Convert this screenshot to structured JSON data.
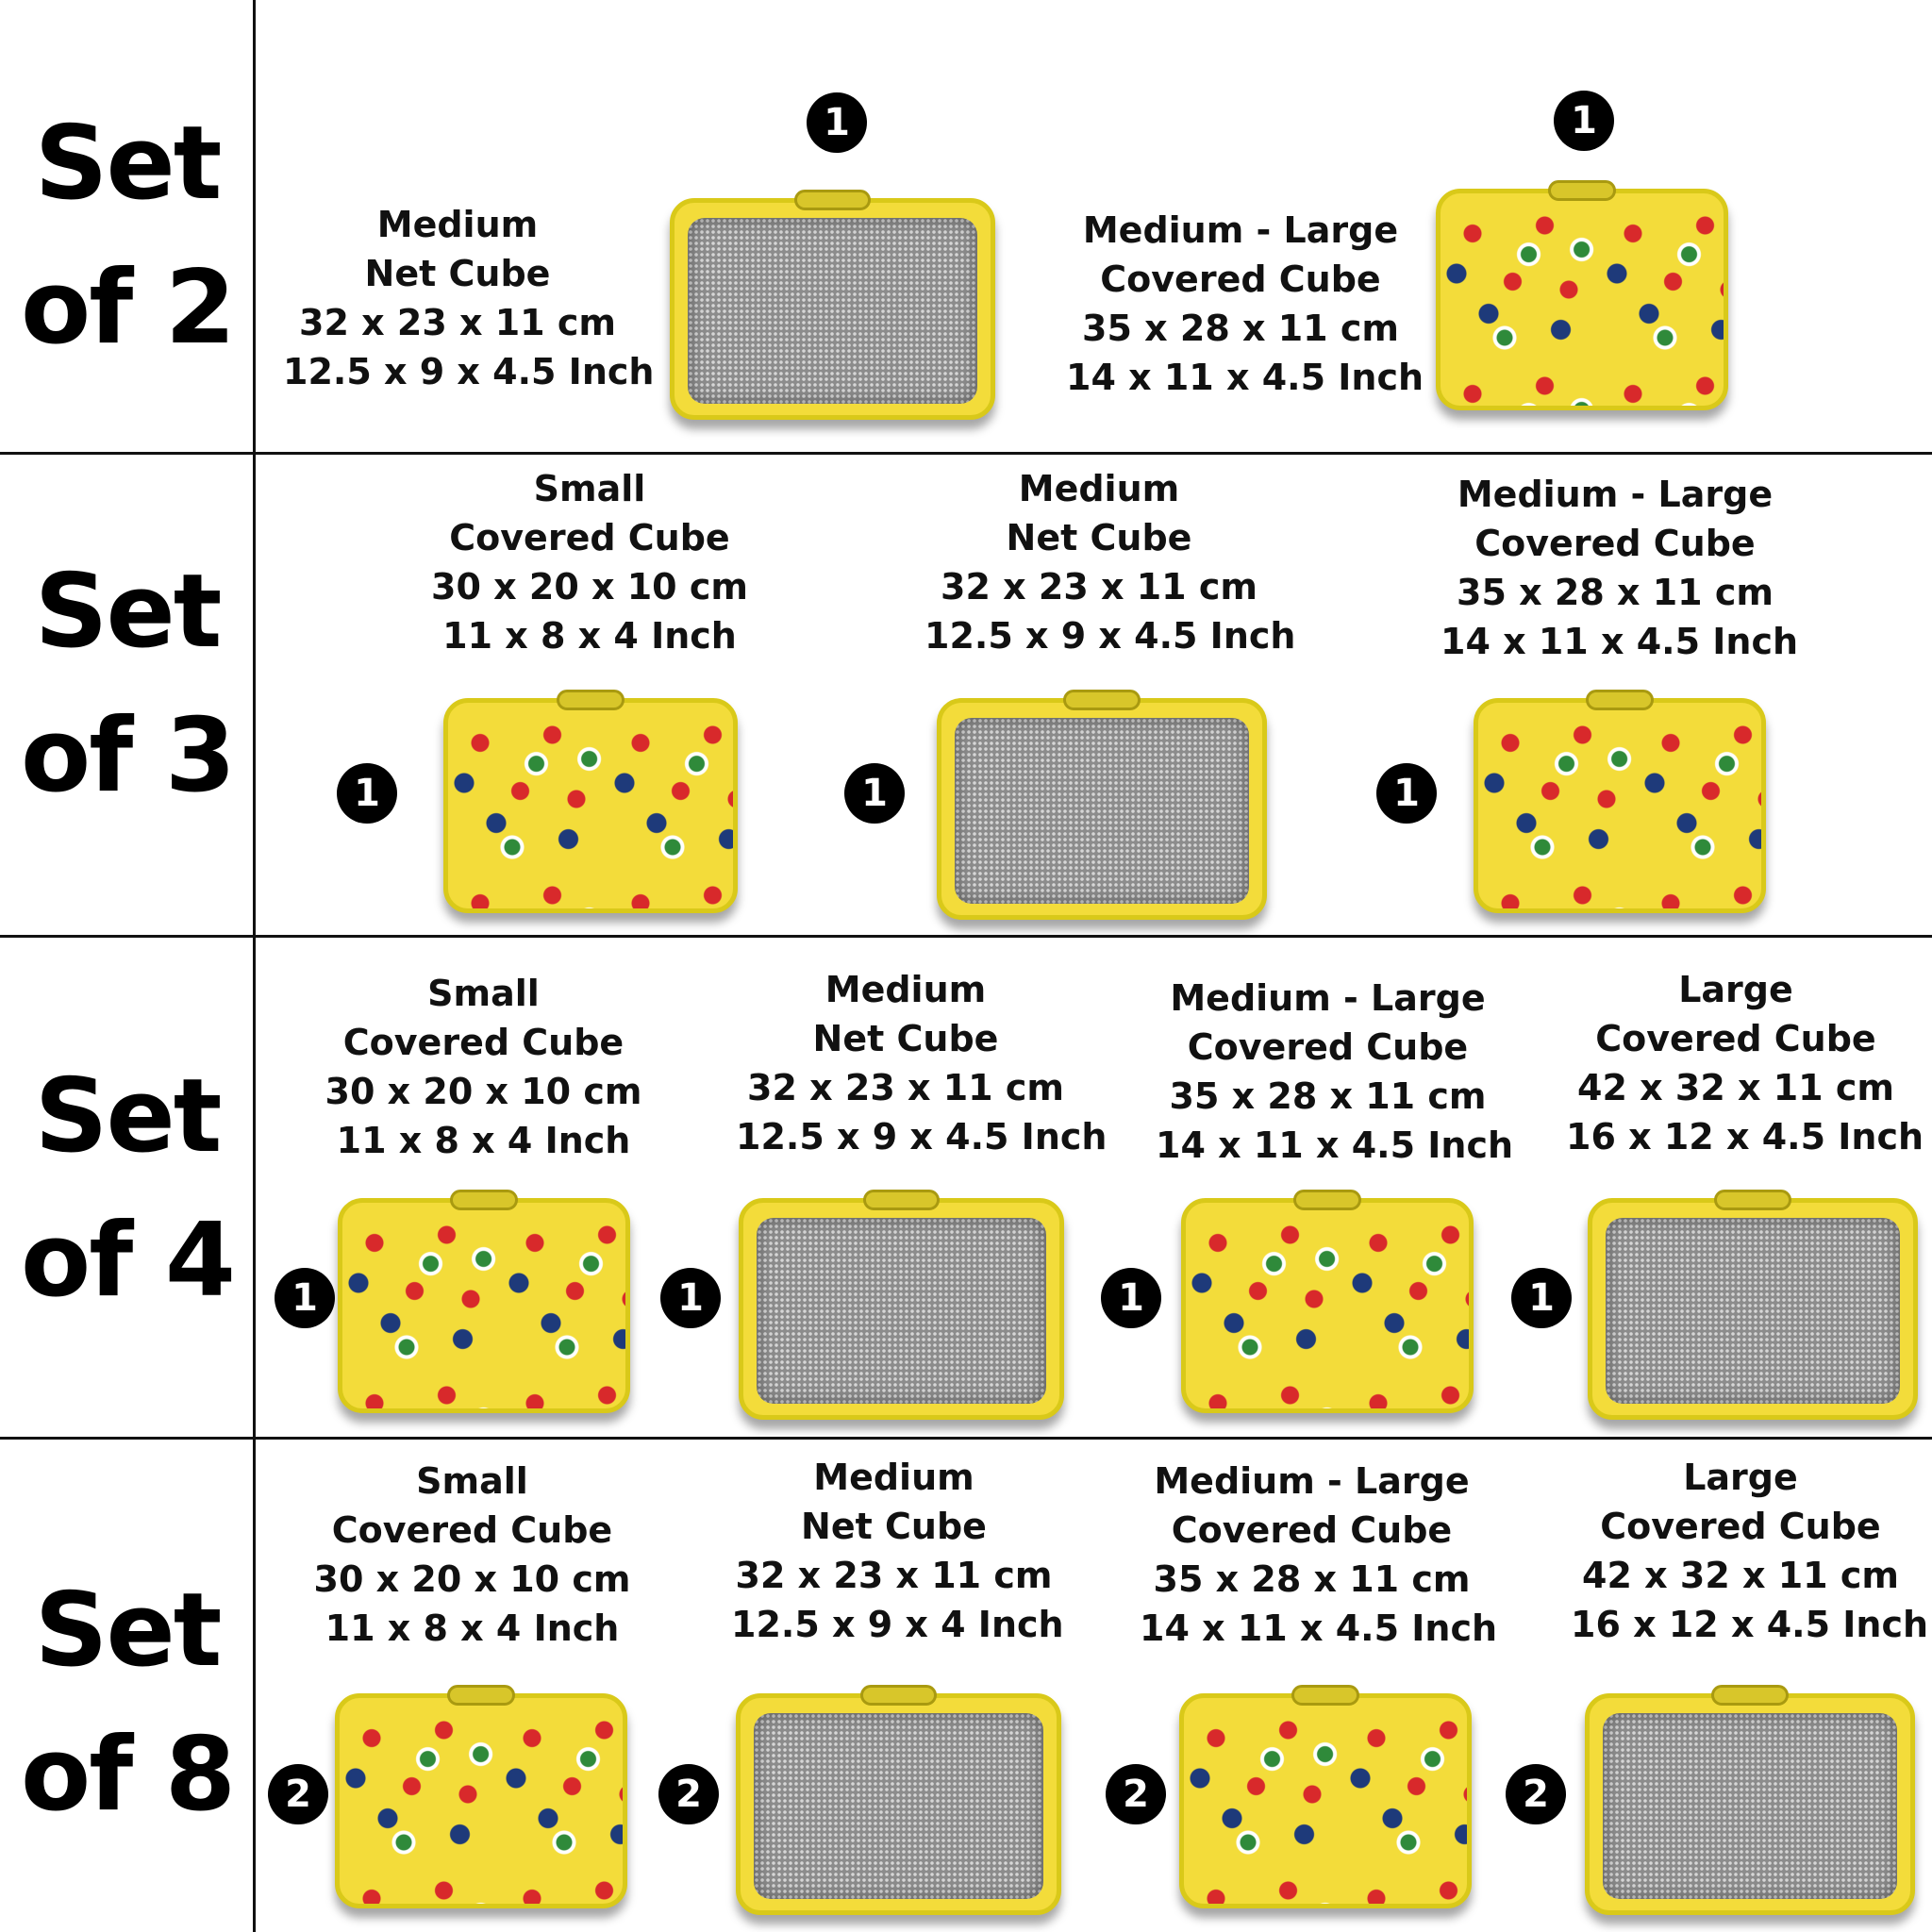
{
  "rows": [
    {
      "set_word": "Set",
      "set_count": "of 2",
      "items": [
        {
          "size": "Medium",
          "kind": "Net Cube",
          "cm": "32 x 23 x 11 cm",
          "inch": "12.5 x 9 x 4.5 Inch",
          "qty": "1",
          "type": "net"
        },
        {
          "size": "Medium - Large",
          "kind": "Covered Cube",
          "cm": "35 x 28 x 11 cm",
          "inch": "14 x 11 x 4.5 Inch",
          "qty": "1",
          "type": "covered"
        }
      ]
    },
    {
      "set_word": "Set",
      "set_count": "of 3",
      "items": [
        {
          "size": "Small",
          "kind": "Covered Cube",
          "cm": "30 x 20 x 10 cm",
          "inch": "11 x 8 x 4 Inch",
          "qty": "1",
          "type": "covered"
        },
        {
          "size": "Medium",
          "kind": "Net Cube",
          "cm": "32 x 23 x 11 cm",
          "inch": "12.5 x 9 x 4.5 Inch",
          "qty": "1",
          "type": "net"
        },
        {
          "size": "Medium - Large",
          "kind": "Covered Cube",
          "cm": "35 x 28 x 11 cm",
          "inch": "14 x 11 x 4.5 Inch",
          "qty": "1",
          "type": "covered"
        }
      ]
    },
    {
      "set_word": "Set",
      "set_count": "of 4",
      "items": [
        {
          "size": "Small",
          "kind": "Covered Cube",
          "cm": "30 x 20 x 10 cm",
          "inch": "11 x 8 x 4 Inch",
          "qty": "1",
          "type": "covered"
        },
        {
          "size": "Medium",
          "kind": "Net Cube",
          "cm": "32 x 23 x 11 cm",
          "inch": "12.5 x 9 x 4.5 Inch",
          "qty": "1",
          "type": "net"
        },
        {
          "size": "Medium - Large",
          "kind": "Covered Cube",
          "cm": "35 x 28 x 11 cm",
          "inch": "14 x 11 x 4.5 Inch",
          "qty": "1",
          "type": "covered"
        },
        {
          "size": "Large",
          "kind": "Covered Cube",
          "cm": "42 x 32 x 11 cm",
          "inch": "16 x 12 x 4.5 Inch",
          "qty": "1",
          "type": "net"
        }
      ]
    },
    {
      "set_word": "Set",
      "set_count": "of 8",
      "items": [
        {
          "size": "Small",
          "kind": "Covered Cube",
          "cm": "30 x 20 x 10 cm",
          "inch": "11 x 8 x 4 Inch",
          "qty": "2",
          "type": "covered"
        },
        {
          "size": "Medium",
          "kind": "Net Cube",
          "cm": "32 x 23 x 11 cm",
          "inch": "12.5 x 9 x 4 Inch",
          "qty": "2",
          "type": "net"
        },
        {
          "size": "Medium - Large",
          "kind": "Covered Cube",
          "cm": "35 x 28 x 11 cm",
          "inch": "14 x 11 x 4.5 Inch",
          "qty": "2",
          "type": "covered"
        },
        {
          "size": "Large",
          "kind": "Covered Cube",
          "cm": "42 x 32 x 11 cm",
          "inch": "16 x 12 x 4.5 Inch",
          "qty": "2",
          "type": "net"
        }
      ]
    }
  ],
  "colors": {
    "cube_yellow": "#f3dc3a",
    "star_red": "#d8292b",
    "bag_navy": "#1e3a7a",
    "mesh_gray": "#8c8c8c"
  }
}
